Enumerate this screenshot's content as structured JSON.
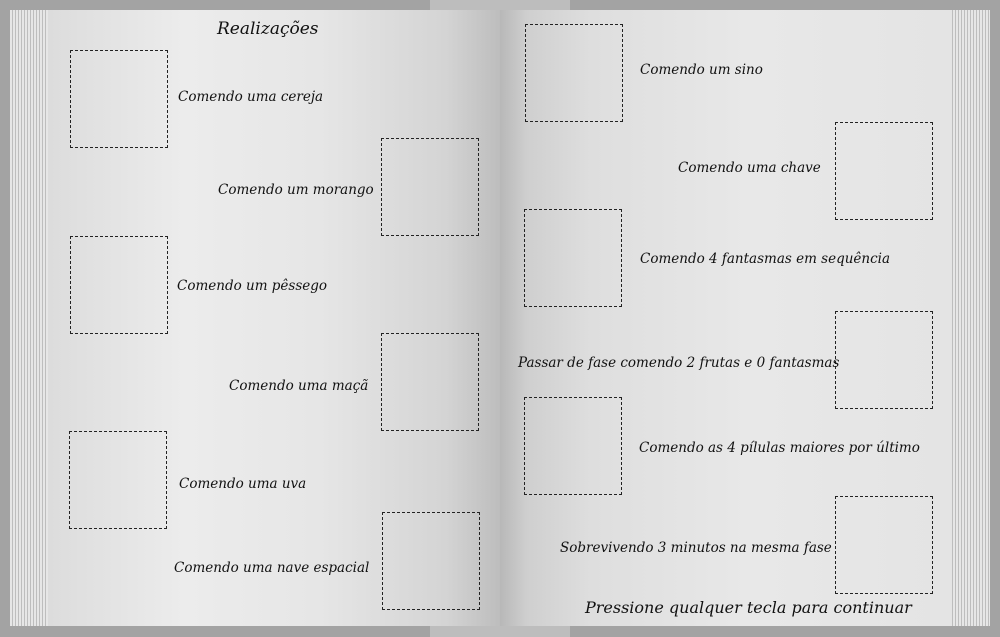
{
  "title": "Realizações",
  "footer": "Pressione qualquer tecla para continuar",
  "achievements_left": [
    {
      "label": "Comendo uma cereja"
    },
    {
      "label": "Comendo um morango"
    },
    {
      "label": "Comendo um pêssego"
    },
    {
      "label": "Comendo uma maçã"
    },
    {
      "label": "Comendo uma uva"
    },
    {
      "label": "Comendo uma nave espacial"
    }
  ],
  "achievements_right": [
    {
      "label": "Comendo um sino"
    },
    {
      "label": "Comendo uma chave"
    },
    {
      "label": "Comendo 4 fantasmas em sequência"
    },
    {
      "label": "Passar de fase comendo 2 frutas e 0 fantasmas"
    },
    {
      "label": "Comendo as 4 pílulas maiores por último"
    },
    {
      "label": "Sobrevivendo 3 minutos na mesma fase"
    }
  ]
}
